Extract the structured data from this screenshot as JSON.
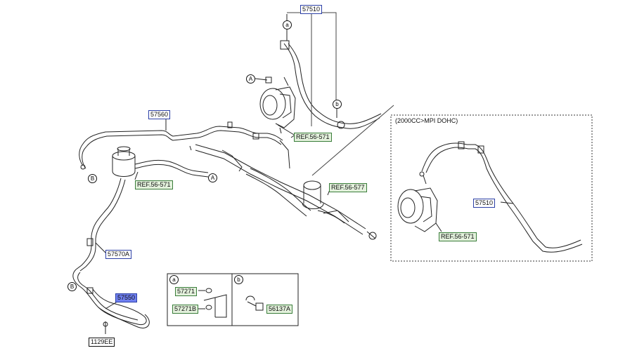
{
  "parts": {
    "p57510_top": "57510",
    "p57560": "57560",
    "p57570A": "57570A",
    "p57550": "57550",
    "p1129EE": "1129EE",
    "p57510_right": "57510"
  },
  "refs": {
    "ref_top": "REF.56-571",
    "ref_res": "REF.56-571",
    "ref_rack": "REF.56-577",
    "ref_right": "REF.56-571"
  },
  "callouts": {
    "a_top": "a",
    "b_top": "b",
    "A_top": "A",
    "A_mid": "A",
    "B_left": "B",
    "B_low": "B"
  },
  "inset": {
    "caption": "(2000CC>MPI DOHC)"
  },
  "detail": {
    "a_label": "a",
    "b_label": "b",
    "p57271": "57271",
    "p57271B": "57271B",
    "p56137A": "56137A"
  }
}
